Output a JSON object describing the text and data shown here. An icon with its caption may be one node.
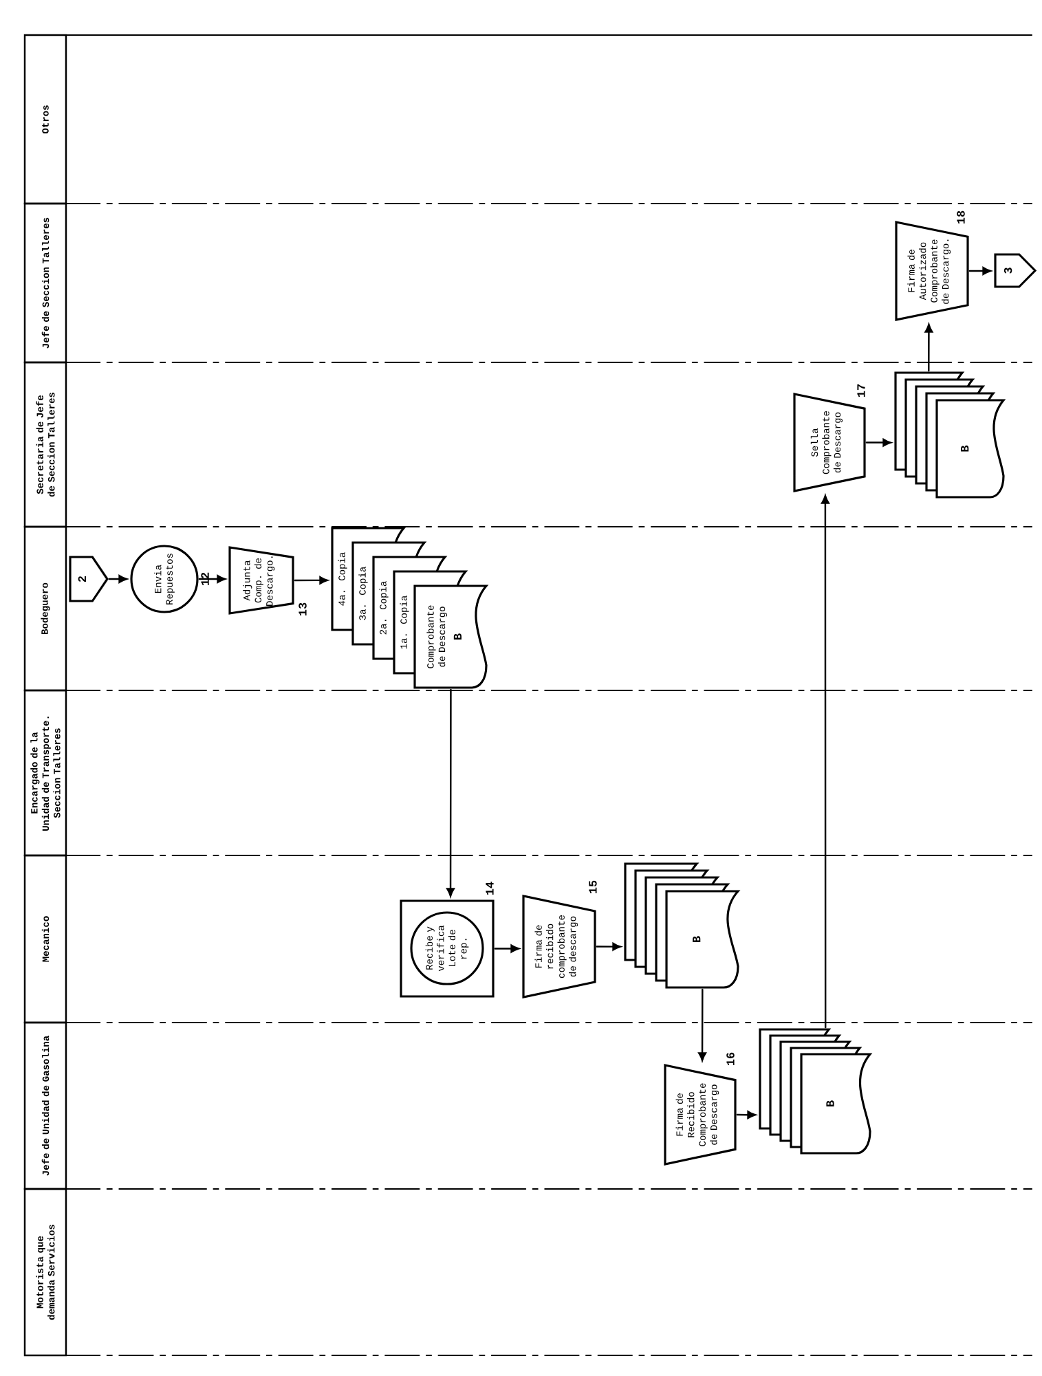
{
  "diagram": {
    "nodes": [
      {
        "text": [
          "Otros"
        ]
      },
      {
        "text": [
          "Jefe de Seccion Talleres"
        ]
      },
      {
        "text": [
          "Secretaria de Jefe de Seccion Talleres"
        ]
      },
      {
        "text": [
          "Bodeguero"
        ]
      },
      {
        "text": [
          "Encargado de la Unidad de Transporte. Seccion Talleres"
        ]
      },
      {
        "text": [
          "Mecanico"
        ]
      },
      {
        "text": [
          "Jefe de Unidad de Gasolina"
        ]
      },
      {
        "text": [
          "Motorista que demanda Servicios"
        ]
      },
      {
        "text": [
          "2"
        ]
      },
      {
        "text": [
          "Envia Repuestos"
        ],
        "beside": [
          "12"
        ]
      },
      {
        "text": [
          "Adjunta Comp. de Descargo."
        ],
        "beside": [
          "13"
        ]
      },
      {
        "text": [
          "4a. Copia",
          "3a. Copia",
          "2a. Copia",
          "1a. Copia",
          "Comprobante de Descargo",
          "B"
        ]
      },
      {
        "text": [],
        "shape": "box",
        "beside": [
          "14"
        ]
      },
      {
        "text": [
          "Recibe y verifica Lote de rep."
        ],
        "in": 12
      },
      {
        "text": [
          "Firma de recibido comprobante de descargo"
        ],
        "beside": [
          "15"
        ]
      },
      {
        "text": [
          "B"
        ]
      },
      {
        "text": [
          "Firma de Recibido Comprobante de Descargo"
        ],
        "beside": [
          "16"
        ]
      },
      {
        "text": [
          "B"
        ]
      },
      {
        "text": [
          "Sella Comprobante de Descargo"
        ],
        "beside": [
          "17"
        ]
      },
      {
        "text": [
          "B"
        ]
      },
      {
        "text": [
          "Firma de Autorizado Comprobante de Descargo."
        ],
        "beside": [
          "18"
        ]
      },
      {
        "text": [
          "3"
        ]
      }
    ],
    "edges": [
      {
        "from": 8,
        "to": 9,
        "arrow": "to"
      },
      {
        "from": 9,
        "to": 10,
        "arrow": "to"
      },
      {
        "from": 10,
        "to": 11,
        "arrow": "to"
      },
      {
        "from": 11,
        "to": 12,
        "arrow": "to"
      },
      {
        "from": 12,
        "to": 14,
        "arrow": "to"
      },
      {
        "from": 14,
        "to": 15,
        "arrow": "to"
      },
      {
        "from": 15,
        "to": 16,
        "arrow": "to"
      },
      {
        "from": 16,
        "to": 17,
        "arrow": "to"
      },
      {
        "from": 17,
        "to": 18,
        "arrow": "to"
      },
      {
        "from": 18,
        "to": 19,
        "arrow": "to"
      },
      {
        "from": 19,
        "to": 20,
        "arrow": "to"
      },
      {
        "from": 20,
        "to": 21,
        "arrow": "to"
      }
    ]
  }
}
